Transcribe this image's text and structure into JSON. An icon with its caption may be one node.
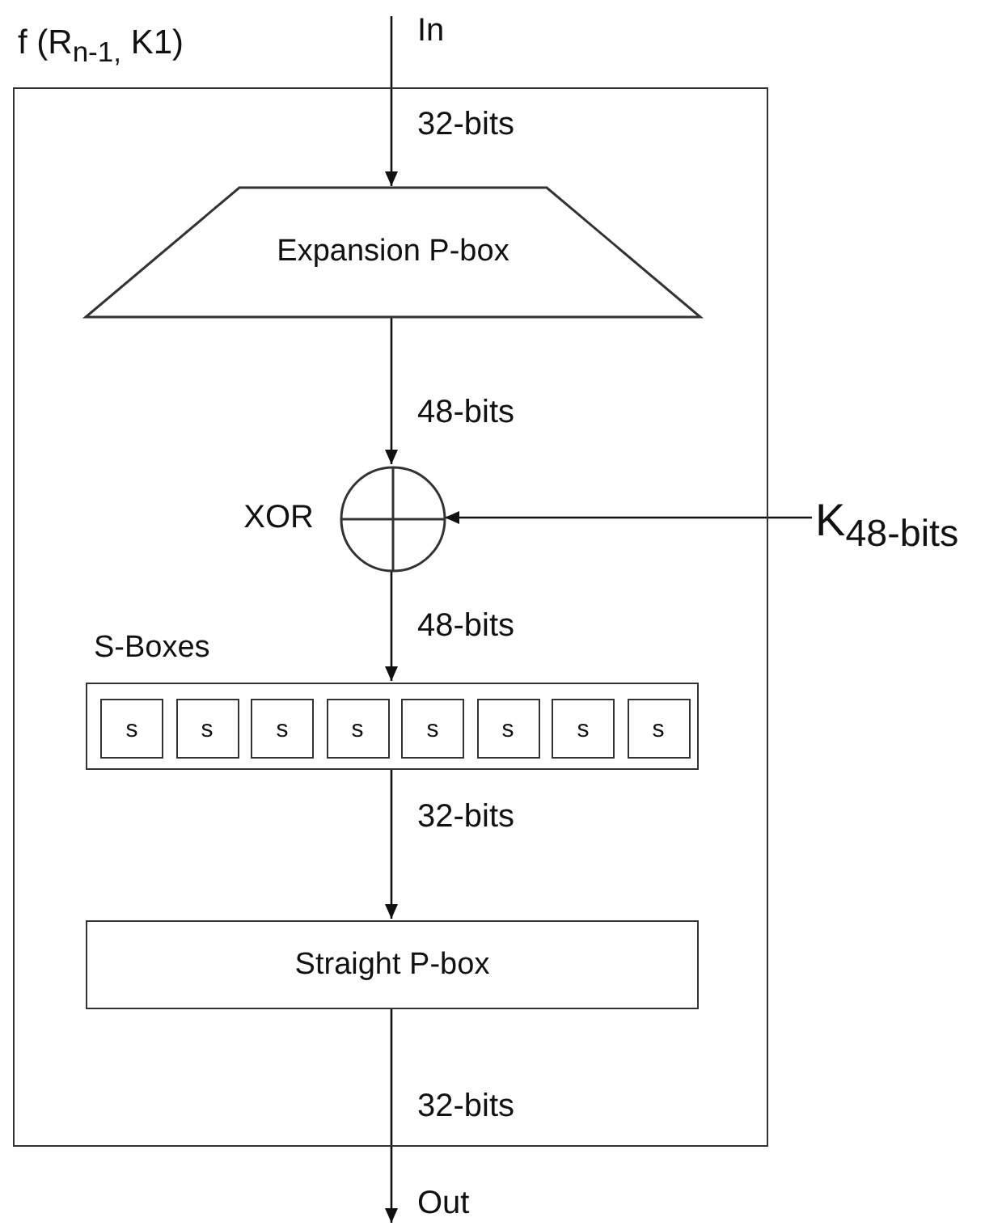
{
  "diagram": {
    "nodes": [
      {
        "text": [
          "f (R$_{n-1,}$ K1)"
        ]
      },
      {
        "text": [
          "In"
        ]
      },
      {
        "text": [
          "Expansion P-box"
        ],
        "in": 0
      },
      {
        "text": [],
        "shape": "circle",
        "in": 0,
        "beside": [
          "XOR"
        ]
      },
      {
        "text": [
          "K$_{48-bits}$"
        ]
      },
      {
        "text": [
          "S-Boxes"
        ],
        "in": 0
      },
      {
        "text": [
          "s"
        ],
        "in": 5
      },
      {
        "text": [
          "s"
        ],
        "in": 5
      },
      {
        "text": [
          "s"
        ],
        "in": 5
      },
      {
        "text": [
          "s"
        ],
        "in": 5
      },
      {
        "text": [
          "s"
        ],
        "in": 5
      },
      {
        "text": [
          "s"
        ],
        "in": 5
      },
      {
        "text": [
          "s"
        ],
        "in": 5
      },
      {
        "text": [
          "s"
        ],
        "in": 5
      },
      {
        "text": [
          "Straight P-box"
        ],
        "in": 0
      },
      {
        "text": [
          "Out"
        ]
      }
    ],
    "edges": [
      {
        "from": 1,
        "to": 2,
        "arrow": "to",
        "label": "32-bits"
      },
      {
        "from": 2,
        "to": 3,
        "arrow": "to",
        "label": "48-bits"
      },
      {
        "from": 4,
        "to": 3,
        "arrow": "to"
      },
      {
        "from": 3,
        "to": 5,
        "arrow": "to",
        "label": "48-bits"
      },
      {
        "from": 5,
        "to": 14,
        "arrow": "to",
        "label": "32-bits"
      },
      {
        "from": 14,
        "to": 15,
        "arrow": "to",
        "label": "32-bits"
      }
    ]
  }
}
